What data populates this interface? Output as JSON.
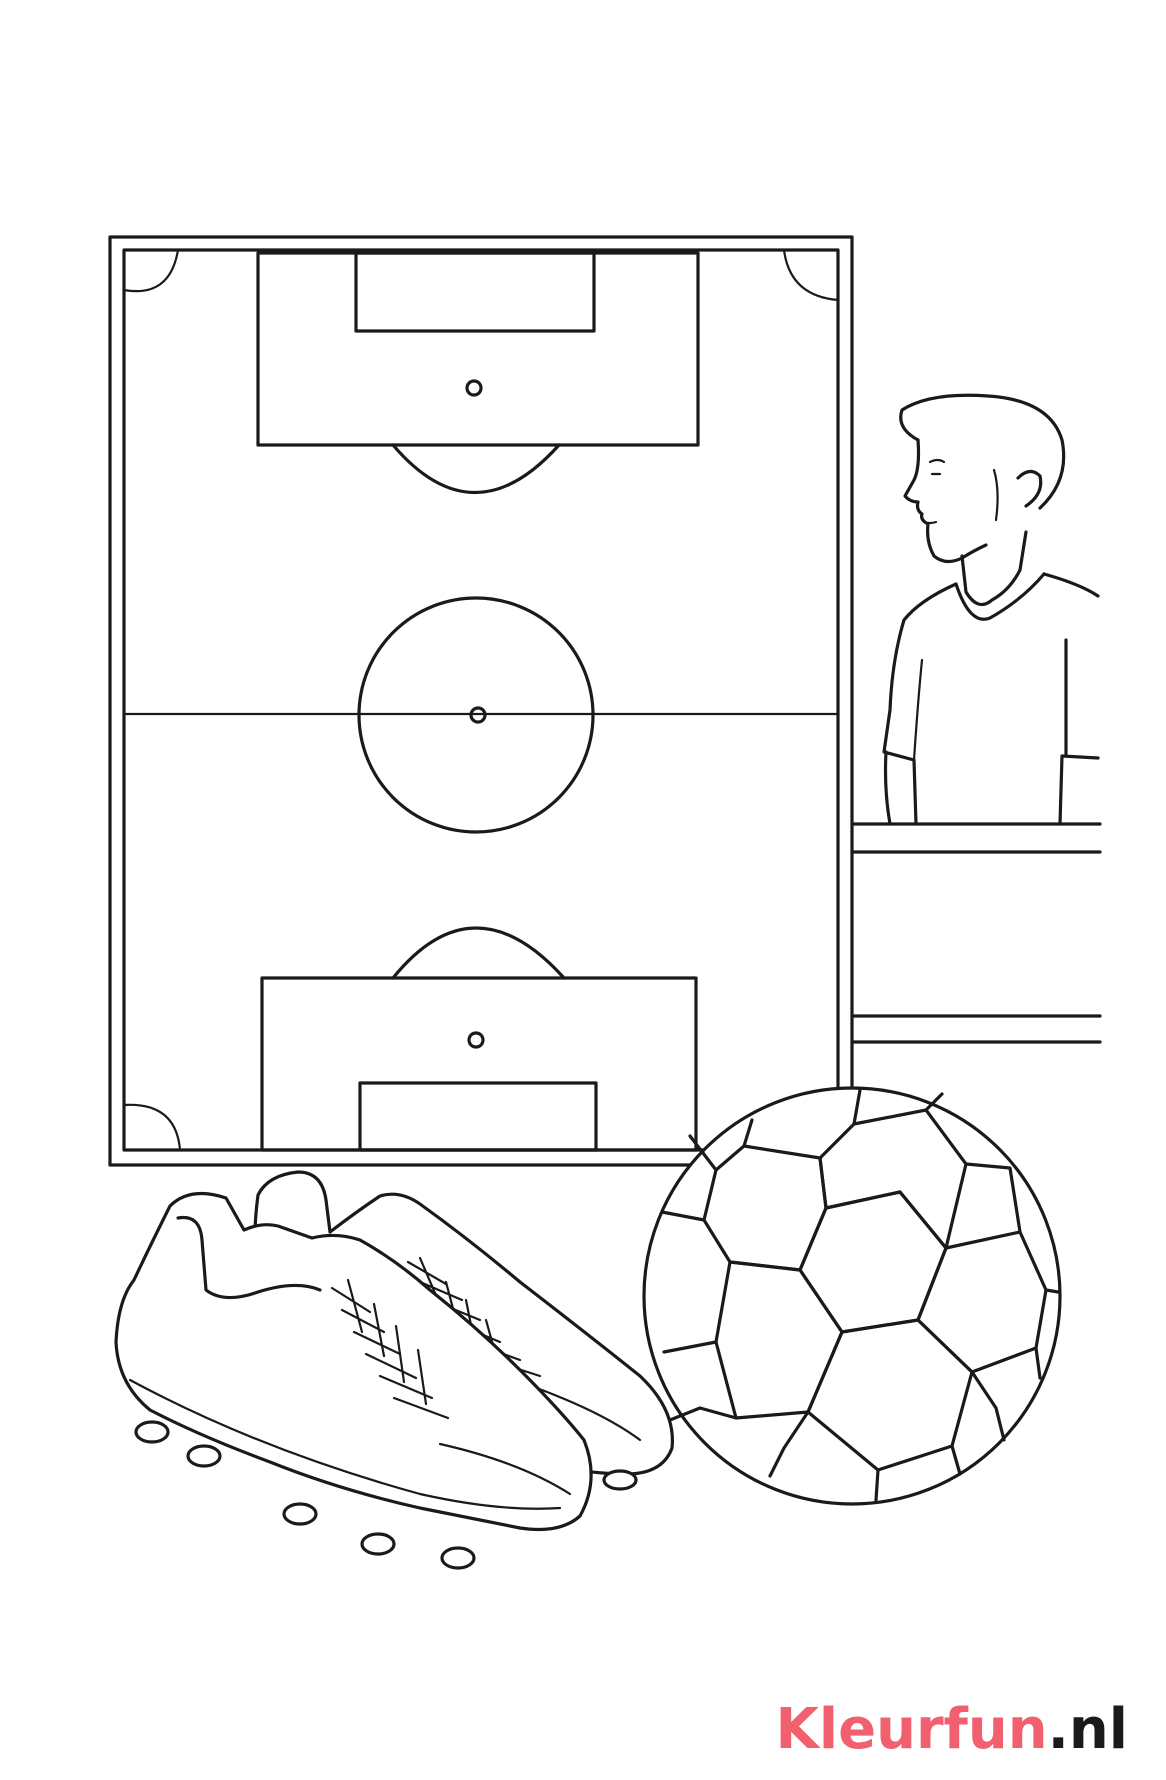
{
  "logo": {
    "brand": "Kleurfun",
    "tld": ".nl"
  },
  "colors": {
    "line": "#1a1a1a",
    "background": "#ffffff",
    "brand_pink": "#f0606e",
    "brand_dark": "#1a1a1a"
  },
  "scene": {
    "objects": [
      "football-pitch",
      "spectator-man",
      "stadium-railing",
      "football-boots-pair",
      "soccer-ball"
    ]
  }
}
